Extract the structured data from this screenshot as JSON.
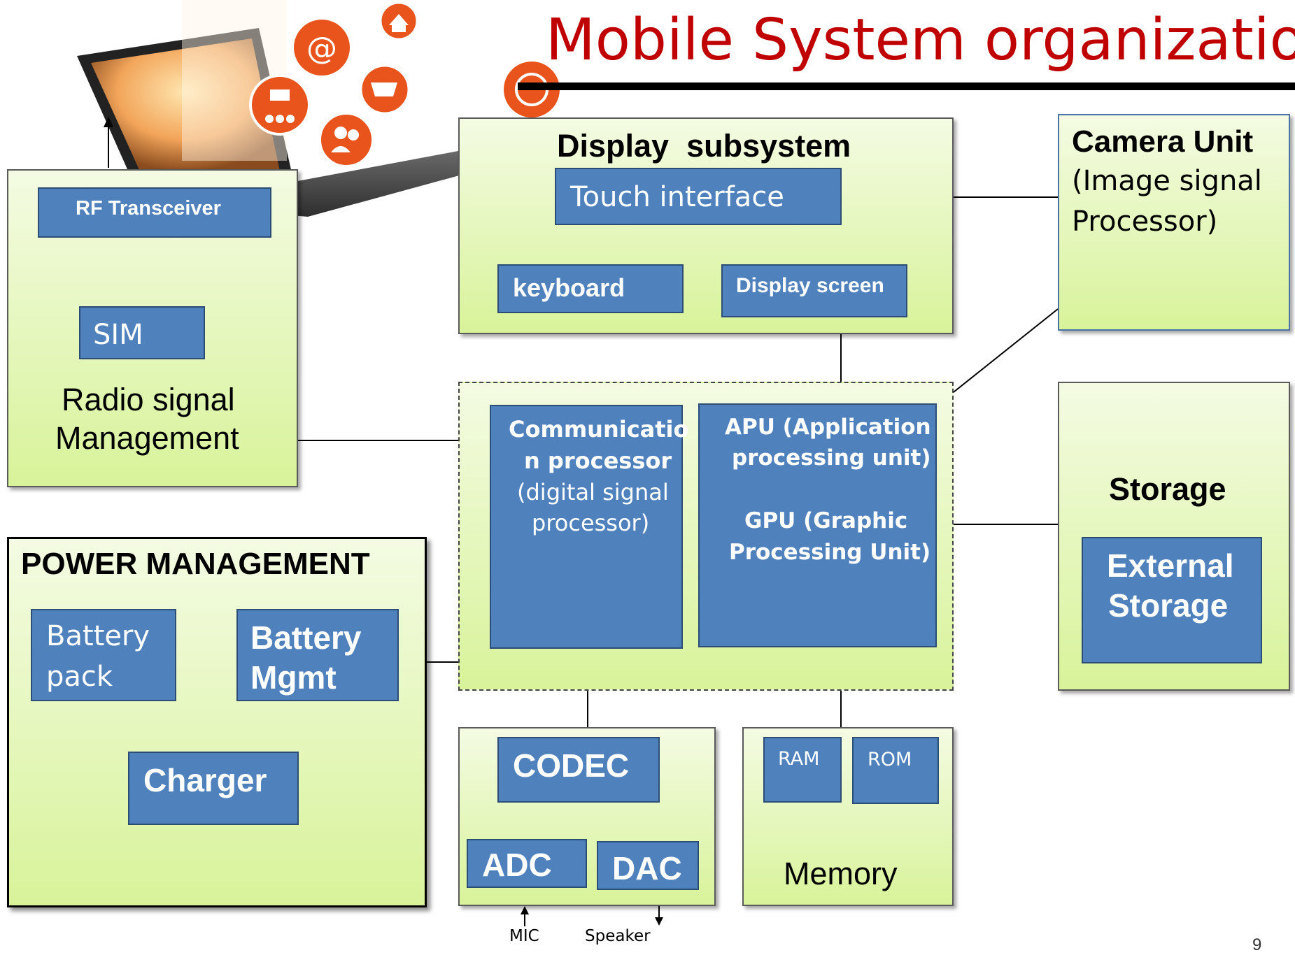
{
  "title": "Mobile System organization",
  "page_number": "9",
  "display": {
    "title": "Display  subsystem",
    "touch": "Touch interface",
    "keyboard": "keyboard",
    "screen": "Display screen"
  },
  "camera": {
    "title": "Camera Unit",
    "line1": "(Image signal",
    "line2": "Processor)"
  },
  "radio": {
    "rf": "RF Transceiver",
    "sim": "SIM",
    "line1": "Radio signal",
    "line2": "Management"
  },
  "comm": {
    "l1": "Communicatio",
    "l2": "n processor",
    "l3": "(digital signal",
    "l4": "processor)"
  },
  "apu": {
    "l1": "APU (Application",
    "l2": "processing unit)",
    "l3": "GPU (Graphic",
    "l4": "Processing Unit)"
  },
  "storage": {
    "title": "Storage",
    "ext1": "External",
    "ext2": "Storage"
  },
  "power": {
    "title": "POWER MANAGEMENT",
    "pack1": "Battery",
    "pack2": "pack",
    "mgmt1": "Battery",
    "mgmt2": "Mgmt",
    "charger": "Charger"
  },
  "audio": {
    "codec": "CODEC",
    "adc": "ADC",
    "dac": "DAC",
    "mic": "MIC",
    "speaker": "Speaker"
  },
  "memory": {
    "ram": "RAM",
    "rom": "ROM",
    "label": "Memory"
  }
}
